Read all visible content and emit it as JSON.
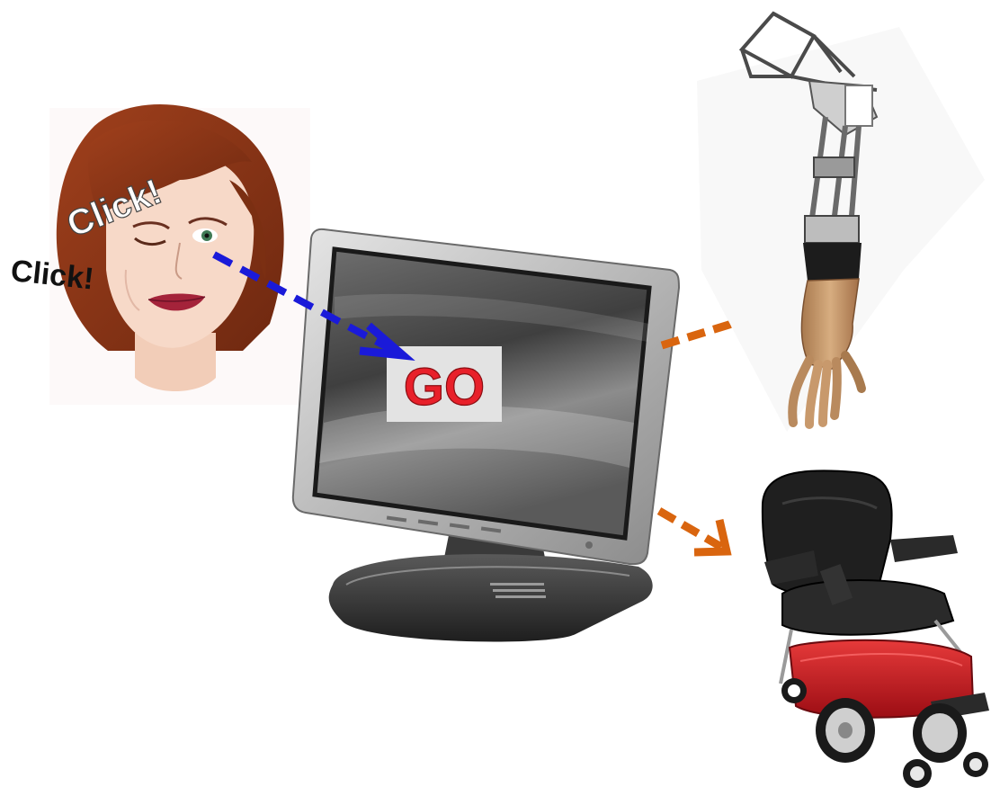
{
  "labels": {
    "click_upper": "Click!",
    "click_lower": "Click!",
    "go_button": "GO"
  },
  "colors": {
    "gaze_arrow": "#1a1ad9",
    "output_arrows": "#d9650f",
    "go_text": "#e8202a",
    "go_background": "#e3e3e3",
    "hair": "#8a3418",
    "skin": "#f7d7c4",
    "wheelchair_base": "#c8141e"
  },
  "icons": {
    "person": "winking-woman-icon",
    "computer": "computer-monitor-icon",
    "prosthetic": "prosthetic-arm-icon",
    "wheelchair": "power-wheelchair-icon"
  }
}
